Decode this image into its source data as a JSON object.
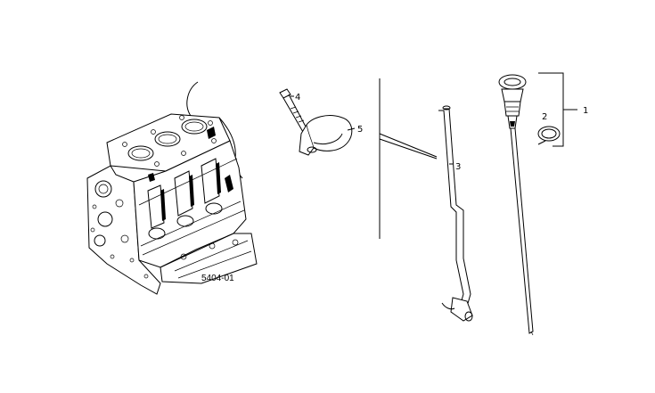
{
  "diagram": {
    "reference_code": "5404-01",
    "callouts": {
      "c1": "1",
      "c2": "2",
      "c3": "3",
      "c4": "4",
      "c5": "5"
    }
  },
  "colors": {
    "background": "#ffffff",
    "line": "#000000"
  }
}
